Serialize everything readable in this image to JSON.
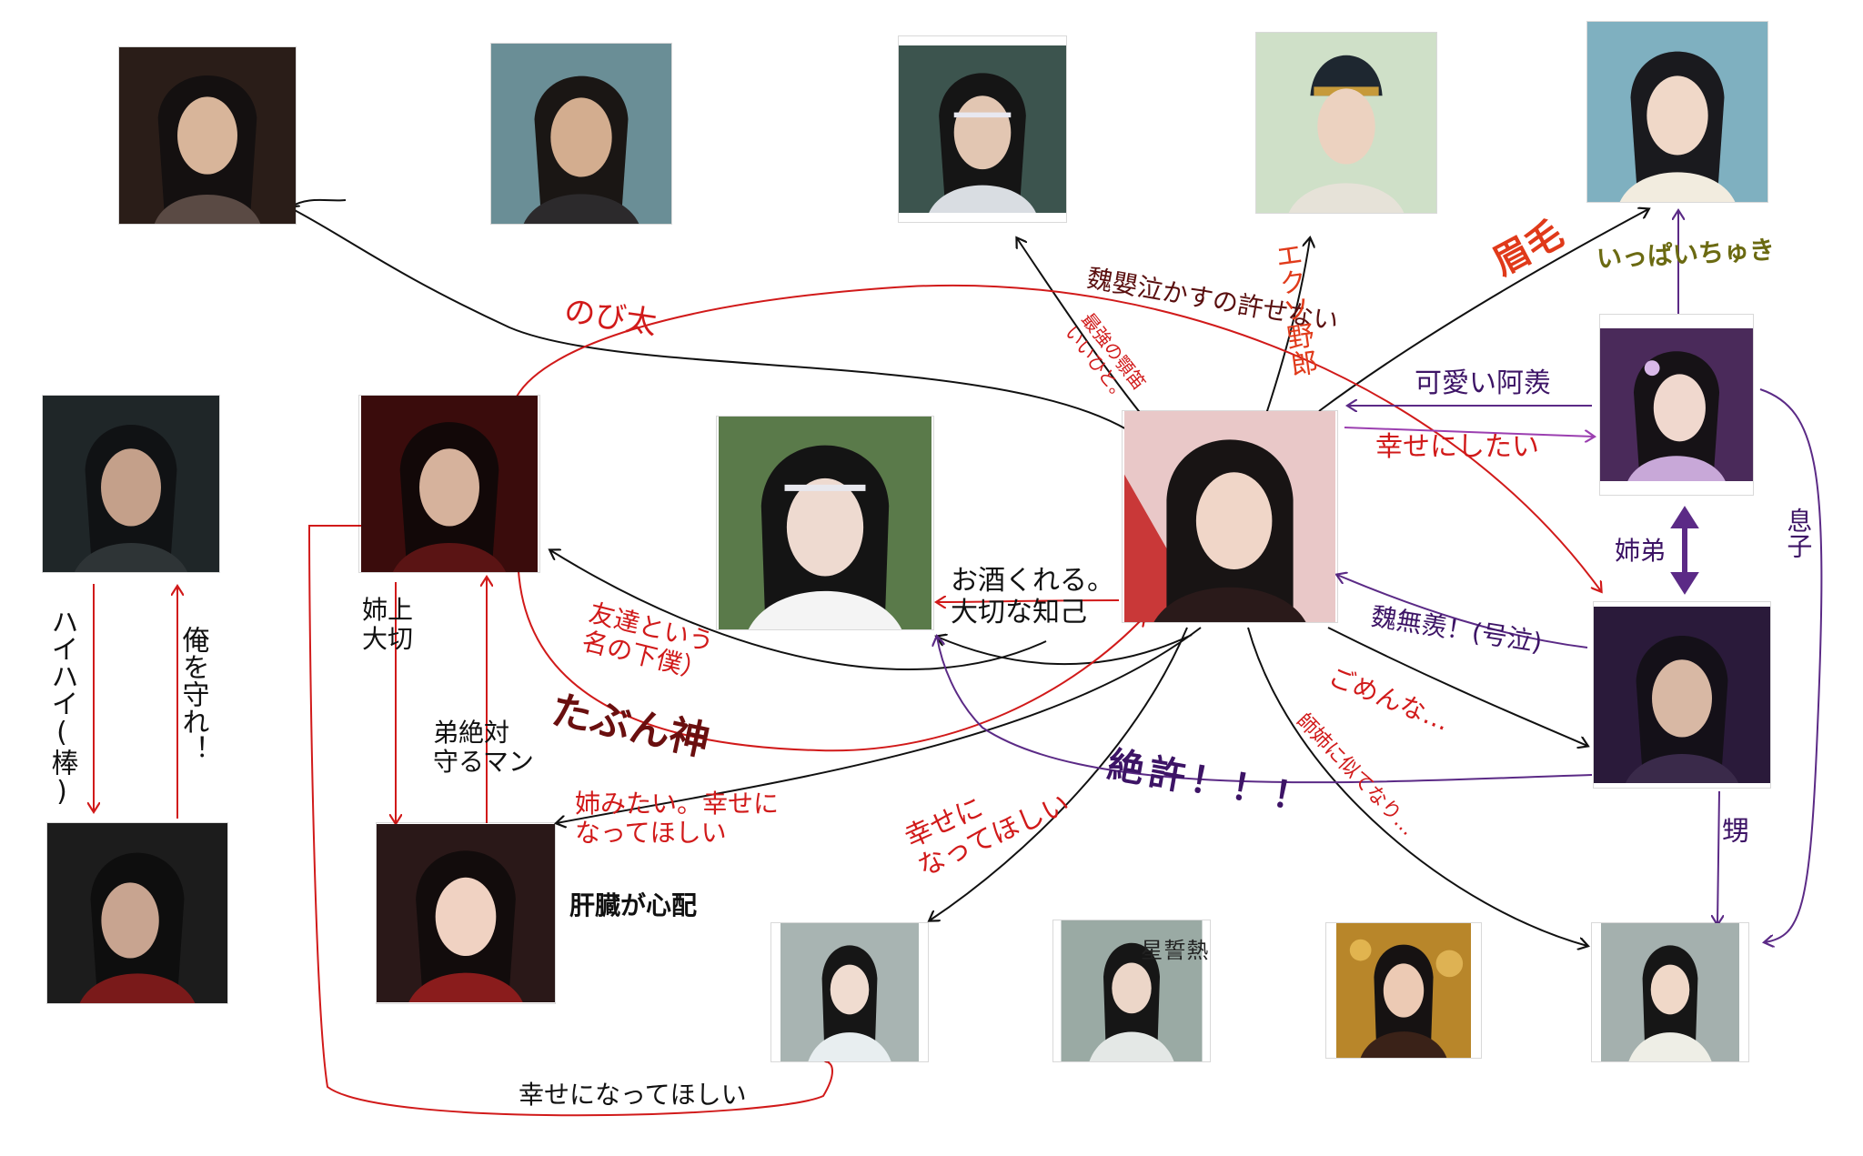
{
  "colors": {
    "red": "#d11a1a",
    "dark_red": "#6a0f0f",
    "purple": "#5b2a86",
    "dark_purple": "#3d1466",
    "black": "#111111",
    "olive": "#6b6a12",
    "orange_red": "#e03a1a"
  },
  "labels": {
    "nobita": "のび太",
    "weiying_kasu": "魏嬰泣かすの許せない",
    "saikyo": "最強の顎笛\nいいひと。",
    "ekuso": "エクソ野郎",
    "mayuge": "眉毛",
    "ippai_chuki": "いっぱいちゅき",
    "kawaii_axian": "可愛い阿羨",
    "shiawase_ni_shitai": "幸せにしたい",
    "sister_brother": "姉弟",
    "son": "息子",
    "nephew": "甥",
    "ane_ue": "姉上\n大切",
    "tomodachi": "友達という\n名の下僕）",
    "tabun_kami": "たぶん神",
    "osake": "お酒くれる。\n大切な知己",
    "weiwuxian_cry": "魏無羨！(号泣)",
    "gomen_na": "ごめんな…",
    "zekkyo": "絶許！！！",
    "shijie_ni": "師姉に似てなり…",
    "otouto_zettai": "弟絶対\n守るマン",
    "ane_mitai": "姉みたい。幸せに\nなってほしい",
    "kanzou": "肝臓が心配",
    "shiawase_ni_natte_hoshii_2": "幸せに\nなってほしい",
    "haihai": "ハイハイ(棒)",
    "ore_mamore": "俺を守れ！",
    "shiawase_bottom": "幸せになってほしい",
    "portrait_text_calligraphy": "熱\n誓\n星"
  }
}
